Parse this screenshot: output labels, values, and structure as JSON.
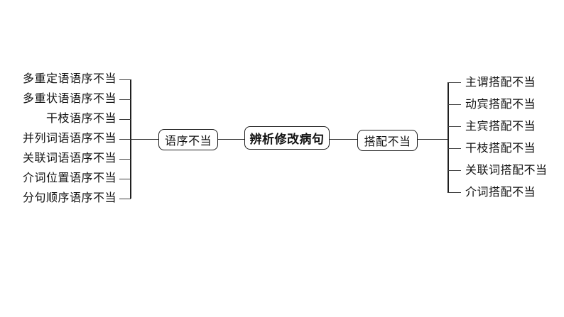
{
  "diagram": {
    "title": "辨析修改病句",
    "root": {
      "label": "辨析修改病句"
    },
    "left_branch": {
      "label": "语序不当",
      "items": [
        {
          "label": "多重定语语序不当"
        },
        {
          "label": "多重状语语序不当"
        },
        {
          "label": "干枝语序不当"
        },
        {
          "label": "并列词语语序不当"
        },
        {
          "label": "关联词语语序不当"
        },
        {
          "label": "介词位置语序不当"
        },
        {
          "label": "分句顺序语序不当"
        }
      ]
    },
    "right_branch": {
      "label": "搭配不当",
      "items": [
        {
          "label": "主谓搭配不当"
        },
        {
          "label": "动宾搭配不当"
        },
        {
          "label": "主宾搭配不当"
        },
        {
          "label": "干枝搭配不当"
        },
        {
          "label": "关联词搭配不当"
        },
        {
          "label": "介词搭配不当"
        }
      ]
    },
    "colors": {
      "background": "#ffffff",
      "line": "#2b2b2b",
      "box_border": "#1c1c1c",
      "text": "#111111"
    }
  }
}
